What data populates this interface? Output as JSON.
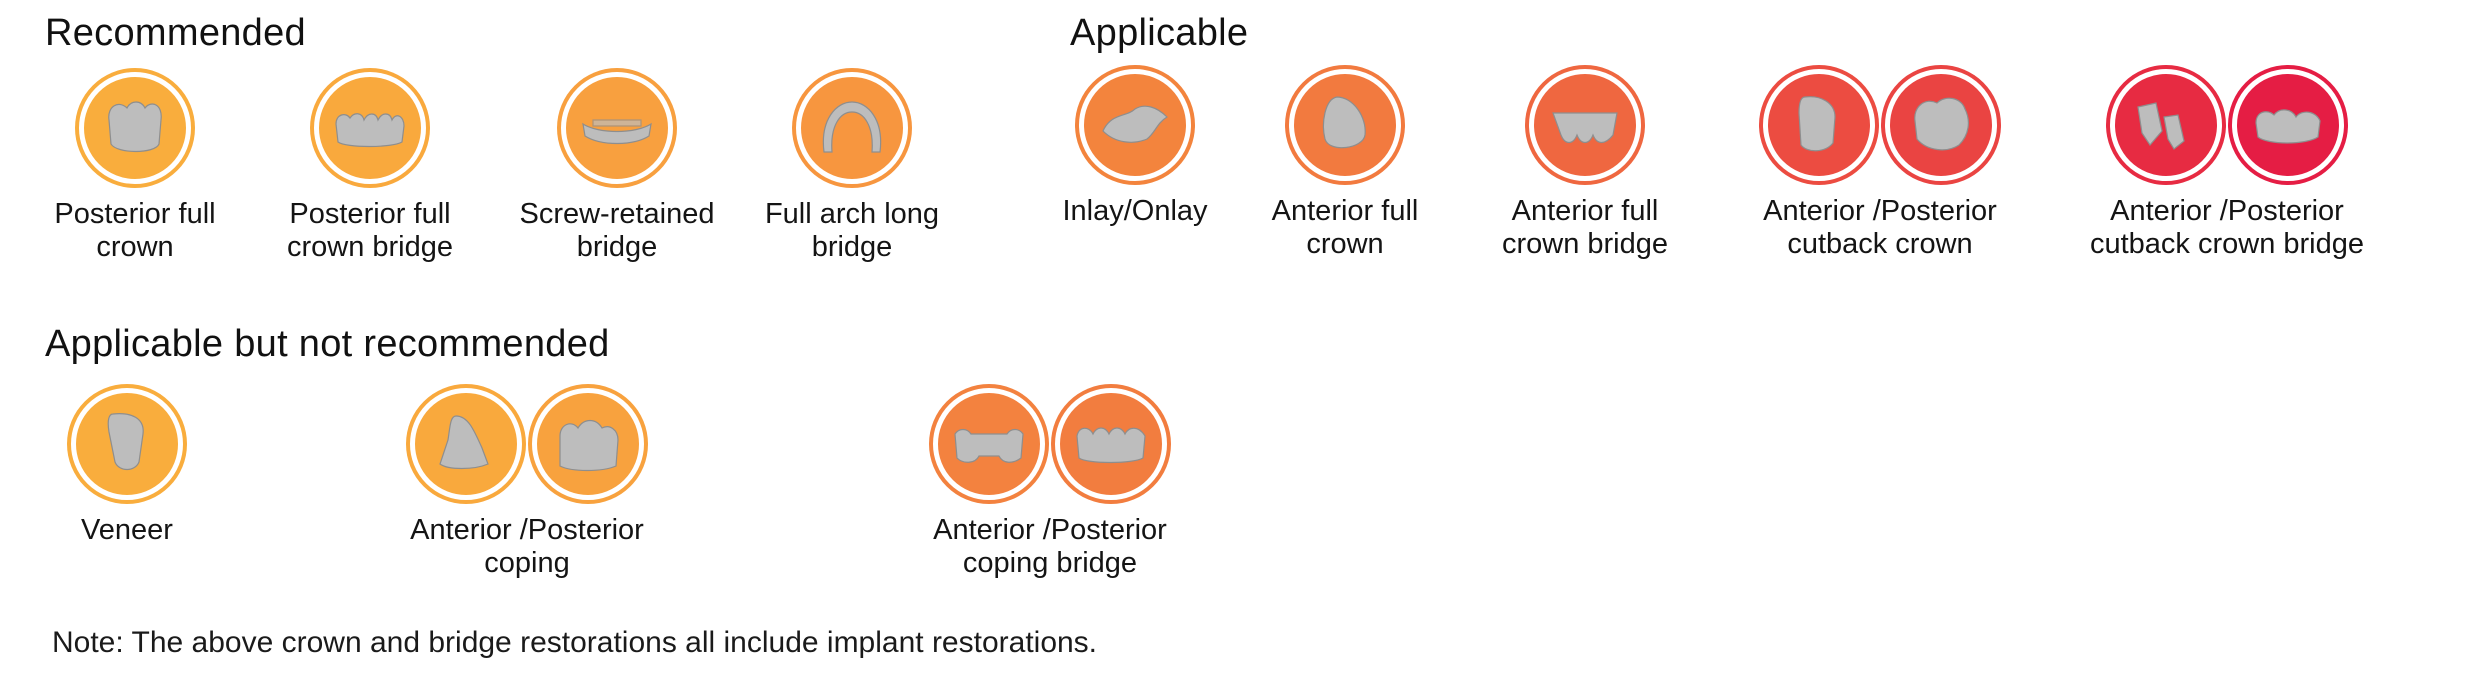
{
  "sections": {
    "recommended": {
      "title": "Recommended",
      "items": [
        {
          "label": [
            "Posterior full",
            "crown"
          ],
          "icons": [
            "posterior-crown-icon"
          ],
          "colors": [
            "#f9ad3d"
          ]
        },
        {
          "label": [
            "Posterior full",
            "crown bridge"
          ],
          "icons": [
            "posterior-bridge-icon"
          ],
          "colors": [
            "#f9a93d"
          ]
        },
        {
          "label": [
            "Screw-retained",
            "bridge"
          ],
          "icons": [
            "screw-retained-bridge-icon"
          ],
          "colors": [
            "#f8a03f"
          ]
        },
        {
          "label": [
            "Full arch long",
            "bridge"
          ],
          "icons": [
            "full-arch-bridge-icon"
          ],
          "colors": [
            "#f7963f"
          ]
        }
      ]
    },
    "applicable": {
      "title": "Applicable",
      "items": [
        {
          "label": [
            "Inlay/Onlay"
          ],
          "icons": [
            "inlay-onlay-icon"
          ],
          "colors": [
            "#f3843d"
          ]
        },
        {
          "label": [
            "Anterior full",
            "crown"
          ],
          "icons": [
            "anterior-crown-icon"
          ],
          "colors": [
            "#f27a3f"
          ]
        },
        {
          "label": [
            "Anterior full",
            "crown bridge"
          ],
          "icons": [
            "anterior-bridge-icon"
          ],
          "colors": [
            "#ef6740"
          ]
        },
        {
          "label": [
            "Anterior /Posterior",
            "cutback crown"
          ],
          "icons": [
            "anterior-cutback-crown-icon",
            "posterior-cutback-crown-icon"
          ],
          "colors": [
            "#ec4c41",
            "#ea4442"
          ]
        },
        {
          "label": [
            "Anterior /Posterior",
            "cutback crown bridge"
          ],
          "icons": [
            "anterior-cutback-bridge-icon",
            "posterior-cutback-bridge-icon"
          ],
          "colors": [
            "#e72b42",
            "#e51d44"
          ]
        }
      ]
    },
    "not_recommended": {
      "title": "Applicable but not recommended",
      "items": [
        {
          "label": [
            "Veneer"
          ],
          "icons": [
            "veneer-icon"
          ],
          "colors": [
            "#f9ad3d"
          ]
        },
        {
          "label": [
            "Anterior /Posterior",
            "coping"
          ],
          "icons": [
            "anterior-coping-icon",
            "posterior-coping-icon"
          ],
          "colors": [
            "#f9a93d",
            "#f8a23e"
          ]
        },
        {
          "label": [
            "Anterior /Posterior",
            "coping  bridge"
          ],
          "icons": [
            "anterior-coping-bridge-icon",
            "posterior-coping-bridge-icon"
          ],
          "colors": [
            "#f3823f",
            "#f27d3f"
          ]
        }
      ]
    }
  },
  "note": "Note: The above crown and bridge restorations all include implant restorations."
}
